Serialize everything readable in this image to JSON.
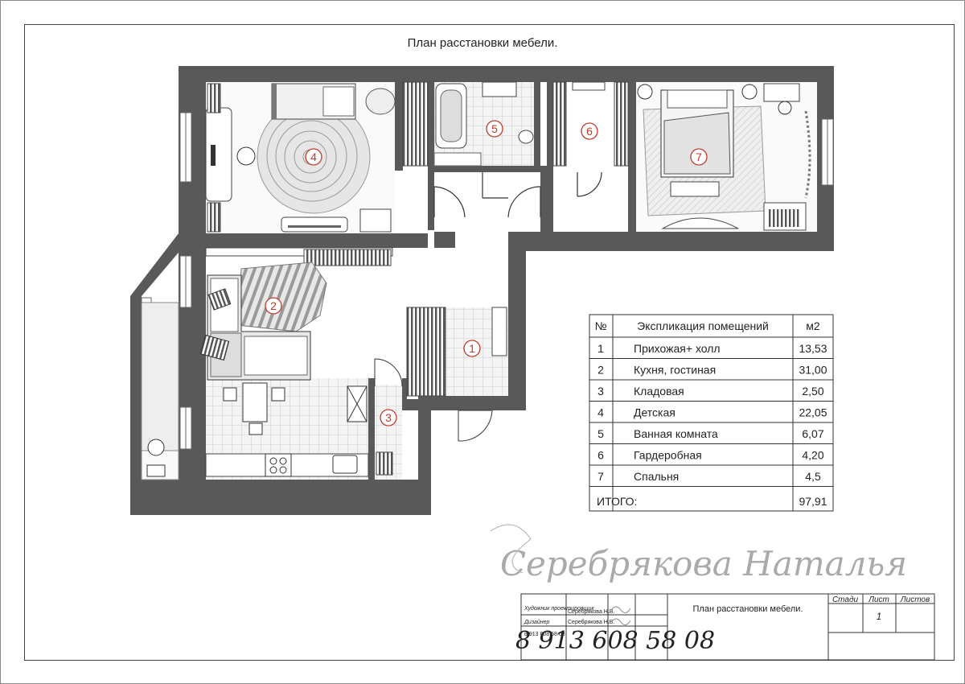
{
  "title": "План расстановки мебели.",
  "rooms": [
    {
      "num": "1"
    },
    {
      "num": "2"
    },
    {
      "num": "3"
    },
    {
      "num": "4"
    },
    {
      "num": "5"
    },
    {
      "num": "6"
    },
    {
      "num": "7"
    }
  ],
  "explication": {
    "headers": {
      "num": "№",
      "name": "Экспликация помещений",
      "area": "м2"
    },
    "rows": [
      {
        "num": "1",
        "name": "Прихожая+ холл",
        "area": "13,53"
      },
      {
        "num": "2",
        "name": "Кухня, гостиная",
        "area": "31,00"
      },
      {
        "num": "3",
        "name": "Кладовая",
        "area": "2,50"
      },
      {
        "num": "4",
        "name": "Детская",
        "area": "22,05"
      },
      {
        "num": "5",
        "name": "Ванная комната",
        "area": "6,07"
      },
      {
        "num": "6",
        "name": "Гардеробная",
        "area": "4,20"
      },
      {
        "num": "7",
        "name": "Спальня",
        "area": "4,5"
      }
    ],
    "total_label": "ИТОГО:",
    "total_value": "97,91"
  },
  "signature": "Серебрякова Наталья",
  "stamp": {
    "role1": "Художник проектировщик",
    "name1": "Серебрякова Н.В.",
    "role2": "Дизайнер",
    "name2": "Серебрякова Н.В.",
    "phone_small": "8 913 608 58 08",
    "sheet_title": "План расстановки мебели.",
    "col_stage": "Стади",
    "col_sheet": "Лист",
    "col_sheets": "Листов",
    "sheet_no": "1"
  },
  "phone": "8 913 608 58 08"
}
